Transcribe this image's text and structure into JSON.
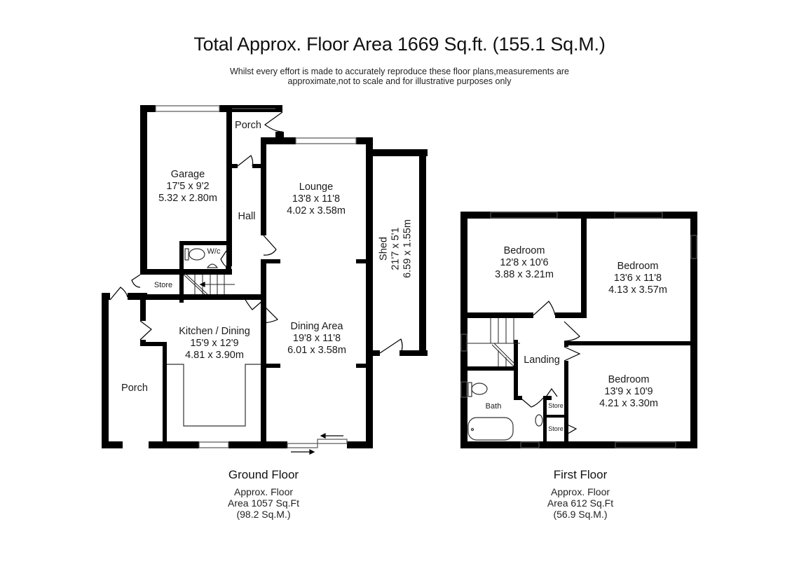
{
  "header": {
    "title": "Total Approx. Floor Area 1669 Sq.ft. (155.1 Sq.M.)",
    "disclaimer_line1": "Whilst every effort is made to accurately reproduce these floor plans,measurements are",
    "disclaimer_line2": "approximate,not to scale and for illustrative purposes only"
  },
  "ground_floor": {
    "caption": "Ground Floor",
    "area_line1": "Approx. Floor",
    "area_line2": "Area 1057 Sq.Ft",
    "area_line3": "(98.2 Sq.M.)",
    "rooms": {
      "garage": {
        "name": "Garage",
        "imperial": "17'5 x 9'2",
        "metric": "5.32 x 2.80m"
      },
      "porch_front": {
        "name": "Porch"
      },
      "hall": {
        "name": "Hall"
      },
      "wc": {
        "name": "W/c"
      },
      "store": {
        "name": "Store"
      },
      "lounge": {
        "name": "Lounge",
        "imperial": "13'8 x 11'8",
        "metric": "4.02 x 3.58m"
      },
      "shed": {
        "name": "Shed",
        "imperial": "21'7 x 5'1",
        "metric": "6.59 x 1.55m"
      },
      "kitchen_dining": {
        "name": "Kitchen / Dining",
        "imperial": "15'9 x 12'9",
        "metric": "4.81 x 3.90m"
      },
      "dining_area": {
        "name": "Dining Area",
        "imperial": "19'8 x 11'8",
        "metric": "6.01 x 3.58m"
      },
      "porch_side": {
        "name": "Porch"
      }
    }
  },
  "first_floor": {
    "caption": "First Floor",
    "area_line1": "Approx. Floor",
    "area_line2": "Area 612 Sq.Ft",
    "area_line3": "(56.9 Sq.M.)",
    "rooms": {
      "bedroom1": {
        "name": "Bedroom",
        "imperial": "12'8 x 10'6",
        "metric": "3.88 x 3.21m"
      },
      "bedroom2": {
        "name": "Bedroom",
        "imperial": "13'6 x 11'8",
        "metric": "4.13 x 3.57m"
      },
      "bedroom3": {
        "name": "Bedroom",
        "imperial": "13'9 x 10'9",
        "metric": "4.21 x 3.30m"
      },
      "landing": {
        "name": "Landing"
      },
      "bath": {
        "name": "Bath"
      },
      "store1": {
        "name": "Store"
      },
      "store2": {
        "name": "Store"
      }
    }
  },
  "colors": {
    "wall": "#000000",
    "background": "#ffffff",
    "fixture": "#333333"
  }
}
